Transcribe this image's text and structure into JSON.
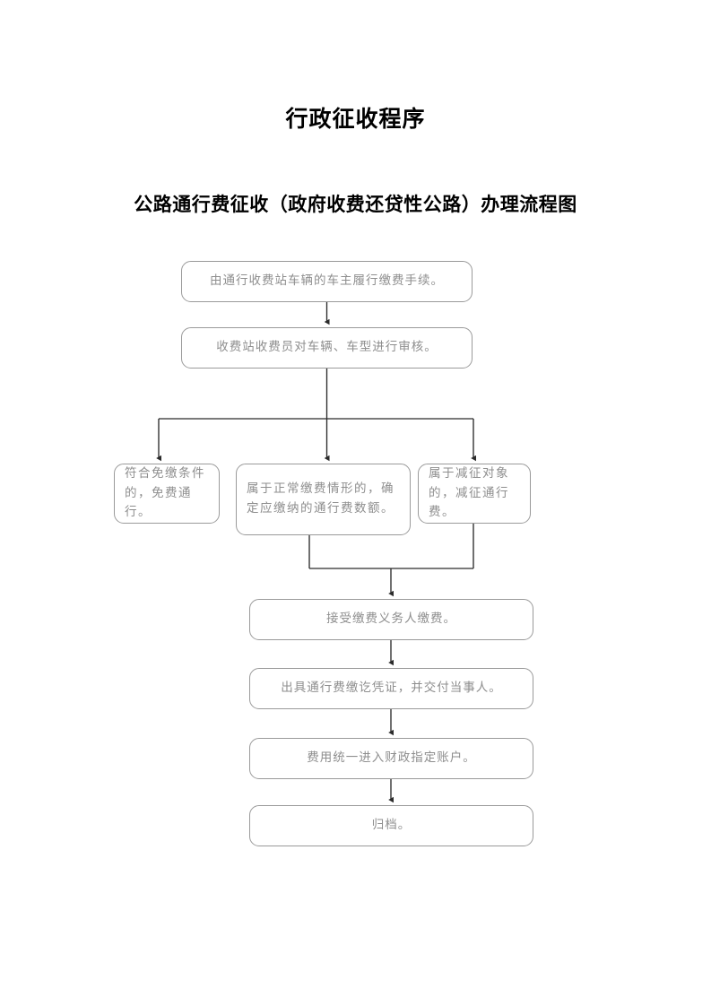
{
  "document": {
    "title": "行政征收程序",
    "subtitle": "公路通行费征收（政府收费还贷性公路）办理流程图"
  },
  "flowchart": {
    "type": "flowchart",
    "orientation": "top-to-bottom",
    "nodes": [
      {
        "id": "n1",
        "label": "由通行收费站车辆的车主履行缴费手续。"
      },
      {
        "id": "n2",
        "label": "收费站收费员对车辆、车型进行审核。"
      },
      {
        "id": "n3a",
        "label": "符合免缴条件的，免费通行。"
      },
      {
        "id": "n3b",
        "label": "属于正常缴费情形的，确定应缴纳的通行费数额。"
      },
      {
        "id": "n3c",
        "label": "属于减征对象的，减征通行费。"
      },
      {
        "id": "n4",
        "label": "接受缴费义务人缴费。"
      },
      {
        "id": "n5",
        "label": "出具通行费缴讫凭证，并交付当事人。"
      },
      {
        "id": "n6",
        "label": "费用统一进入财政指定账户。"
      },
      {
        "id": "n7",
        "label": "归档。"
      }
    ],
    "edges": [
      {
        "from": "n1",
        "to": "n2"
      },
      {
        "from": "n2",
        "to": "n3a"
      },
      {
        "from": "n2",
        "to": "n3b"
      },
      {
        "from": "n2",
        "to": "n3c"
      },
      {
        "from": "n3b",
        "to": "n4"
      },
      {
        "from": "n3c",
        "to": "n4"
      },
      {
        "from": "n4",
        "to": "n5"
      },
      {
        "from": "n5",
        "to": "n6"
      },
      {
        "from": "n6",
        "to": "n7"
      }
    ],
    "style": {
      "node_border_color": "#9a9a9a",
      "node_text_color": "#8e8e8e",
      "connector_color": "#2b2b2b",
      "background": "#ffffff"
    }
  }
}
